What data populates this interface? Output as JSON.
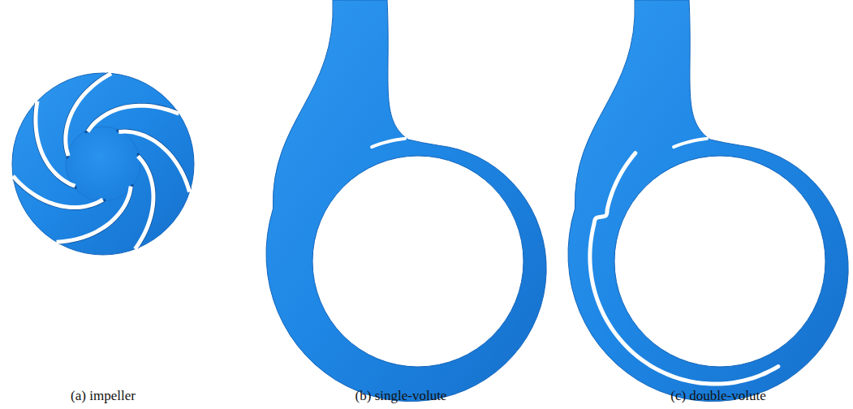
{
  "diagram": {
    "labels": [
      "(a) impeller",
      "(b) single-volute",
      "(c) double-volute"
    ]
  }
}
